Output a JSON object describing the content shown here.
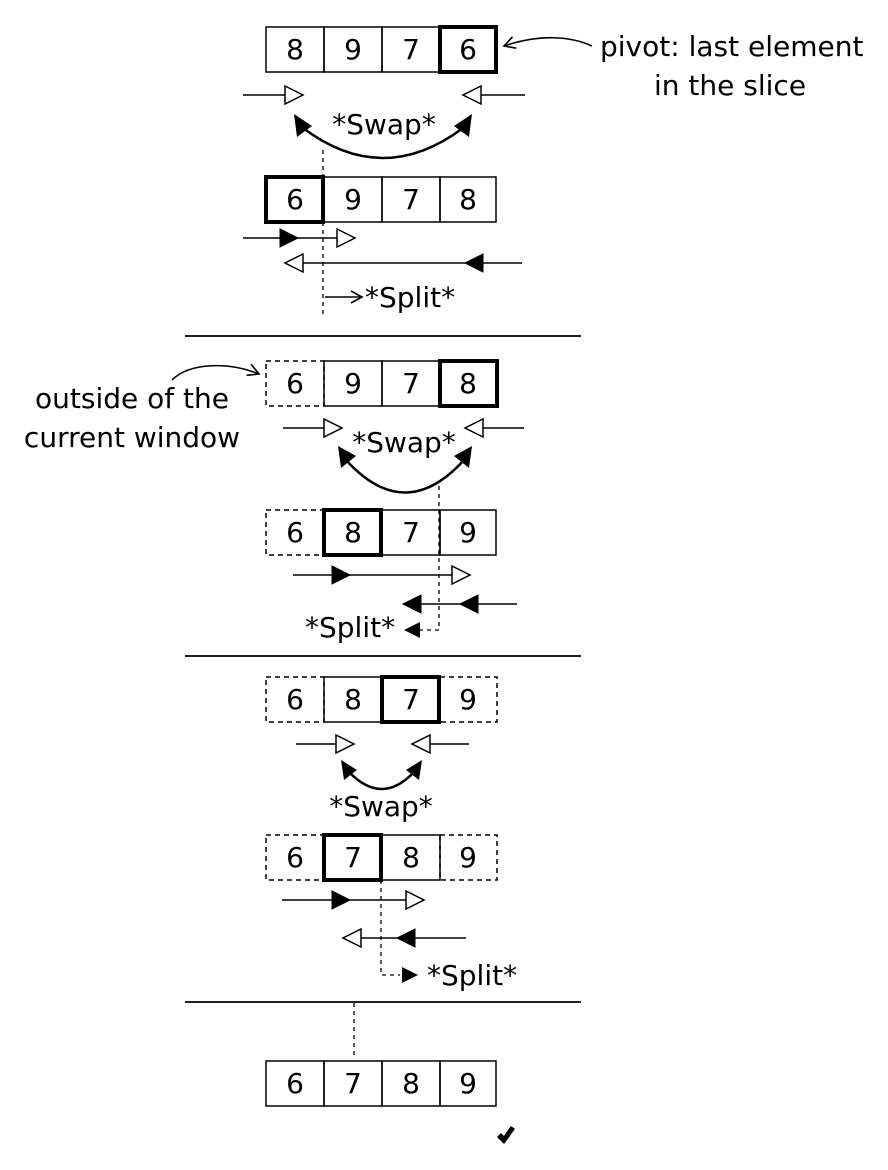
{
  "colors": {
    "stroke": "#000000",
    "background": "#ffffff"
  },
  "annotations": {
    "pivot_line1": "pivot: last element",
    "pivot_line2": "in the slice",
    "outside_line1": "outside of the",
    "outside_line2": "current window"
  },
  "labels": {
    "swap": "*Swap*",
    "split": "*Split*"
  },
  "rows": [
    {
      "values": [
        "8",
        "9",
        "7",
        "6"
      ]
    },
    {
      "values": [
        "6",
        "9",
        "7",
        "8"
      ]
    },
    {
      "values": [
        "6",
        "9",
        "7",
        "8"
      ]
    },
    {
      "values": [
        "6",
        "8",
        "7",
        "9"
      ]
    },
    {
      "values": [
        "6",
        "8",
        "7",
        "9"
      ]
    },
    {
      "values": [
        "6",
        "7",
        "8",
        "9"
      ]
    },
    {
      "values": [
        "6",
        "7",
        "8",
        "9"
      ]
    }
  ],
  "done_mark_icon": "check-mark-icon"
}
